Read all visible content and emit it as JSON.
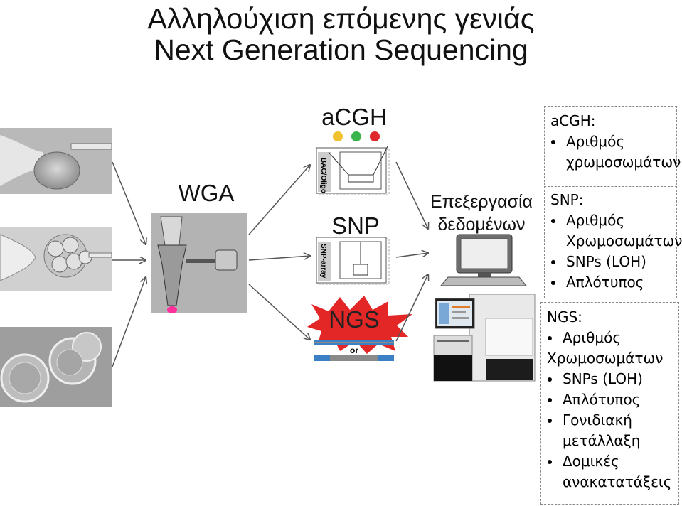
{
  "title": {
    "line1": "Αλληλούχιση επόμενης γενιάς",
    "line2": "Next Generation Sequencing"
  },
  "labels": {
    "wga": "WGA",
    "acgh": "aCGH",
    "snp": "SNP",
    "ngs": "NGS",
    "processing_line1": "Επεξεργασία",
    "processing_line2": "δεδομένων",
    "bac_oligo": "BAC/Oligo",
    "snp_array": "SNP-array",
    "or": "or"
  },
  "colors": {
    "dot_yellow": "#f2c12e",
    "dot_green": "#39b54a",
    "dot_red": "#e0272b",
    "ngs_burst": "#e32626",
    "read_blue": "#3b7fc4",
    "read_gray": "#8a8a8a"
  },
  "panels": {
    "acgh": {
      "heading": "aCGH:",
      "items": [
        [
          "Αριθμός",
          "χρωμοσωμάτων"
        ]
      ]
    },
    "snp": {
      "heading": "SNP:",
      "items": [
        [
          "Αριθμός",
          "Χρωμοσωμάτων"
        ],
        [
          "SNPs (LOH)"
        ],
        [
          "Απλότυπος"
        ]
      ]
    },
    "ngs": {
      "heading": "NGS:",
      "items": [
        [
          "Αριθμός",
          "Χρωμοσωμάτων"
        ],
        [
          "SNPs (LOH)"
        ],
        [
          "Απλότυπος"
        ],
        [
          "Γονιδιακή",
          "μετάλλαξη"
        ],
        [
          "Δομικές",
          "ανακατατάξεις"
        ]
      ]
    }
  }
}
